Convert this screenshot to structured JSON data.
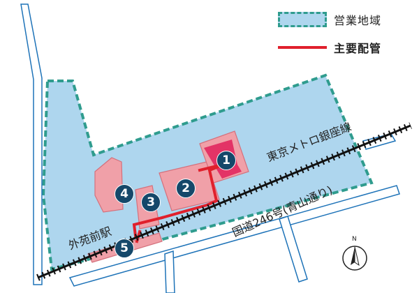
{
  "legend": {
    "service_area_label": "営業地域",
    "main_pipe_label": "主要配管"
  },
  "labels": {
    "metro_line": "東京メトロ銀座線",
    "route_246": "国道246号(青山通り)",
    "station": "外苑前駅"
  },
  "facilities": [
    {
      "number": "1"
    },
    {
      "number": "2"
    },
    {
      "number": "3"
    },
    {
      "number": "4"
    },
    {
      "number": "5"
    }
  ],
  "compass": {
    "north_label": "N"
  },
  "colors": {
    "service_area_fill": "#aed6ee",
    "service_area_border": "#2f9c8e",
    "building_fill": "#f0a0a8",
    "building_highlight": "#e0205a",
    "main_pipe": "#e0202c",
    "badge": "#15486a",
    "road_outline": "#1e73b8"
  }
}
